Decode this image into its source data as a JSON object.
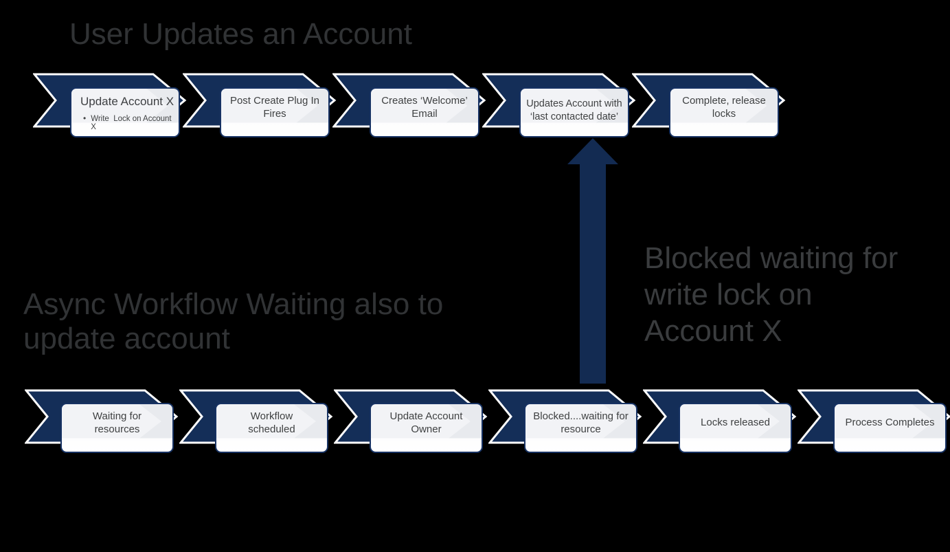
{
  "canvas": {
    "background": "#000000"
  },
  "colors": {
    "chevron_fill": "#142E58",
    "chevron_outline": "#FFFFFF",
    "arrow_fill": "#132B52",
    "box_border": "#173263",
    "box_fill_top": "#E8EAEE",
    "box_fill_bottom": "#FFFFFF",
    "title_text": "#313335",
    "annotation_text": "#3A3C3E",
    "box_text": "#3F4142"
  },
  "top_flow": {
    "title": "User Updates an Account",
    "steps": [
      {
        "heading": "Update Account X",
        "bullet": "Write  Lock on Account X"
      },
      {
        "label": "Post Create Plug In Fires"
      },
      {
        "label": "Creates ‘Welcome’ Email"
      },
      {
        "label": "Updates Account with ‘last contacted date’"
      },
      {
        "label": "Complete, release locks"
      }
    ]
  },
  "bottom_flow": {
    "title": "Async Workflow Waiting also to update account",
    "steps": [
      {
        "label": "Waiting for resources"
      },
      {
        "label": "Workflow scheduled"
      },
      {
        "label": "Update Account Owner"
      },
      {
        "label": "Blocked....waiting for resource"
      },
      {
        "label": "Locks released"
      },
      {
        "label": "Process Completes"
      }
    ]
  },
  "annotation": {
    "label": "Blocked waiting for write lock on Account X"
  }
}
